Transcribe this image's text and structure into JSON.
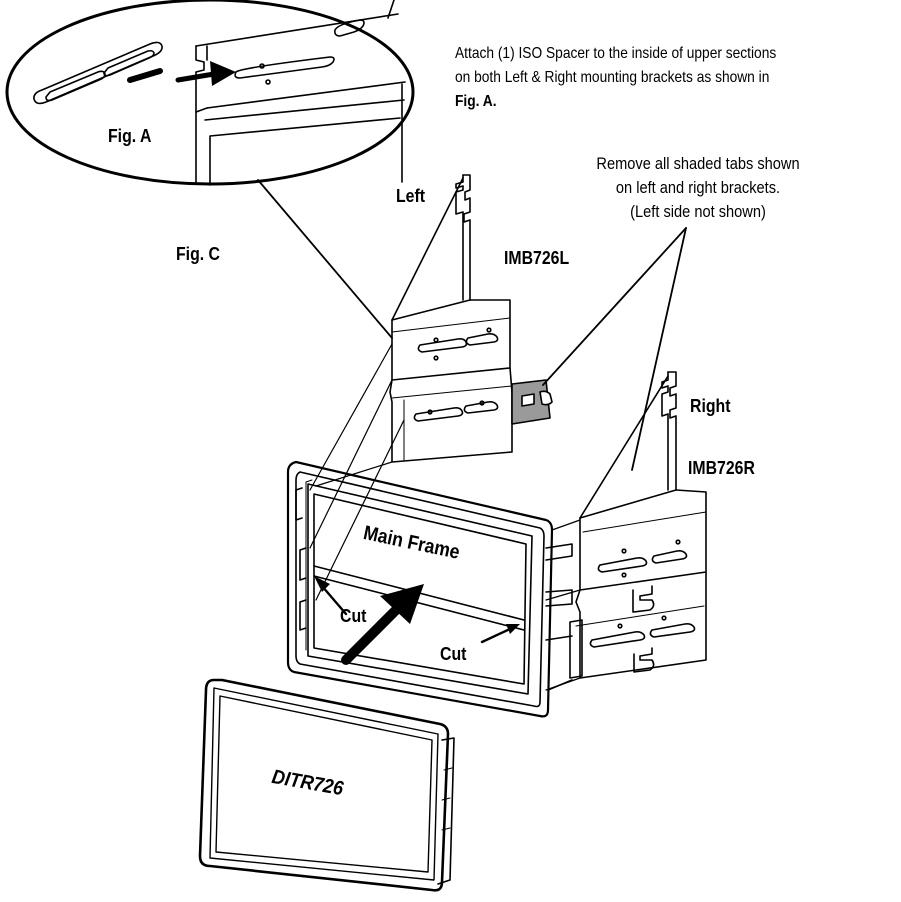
{
  "instruction": {
    "line1": "Attach (1) ISO Spacer to the inside of upper sections",
    "line2": "on both Left & Right mounting brackets as shown in",
    "line3": "Fig. A."
  },
  "tabs_note": {
    "line1": "Remove all shaded tabs shown",
    "line2": "on left and right brackets.",
    "line3": "(Left side not shown)"
  },
  "labels": {
    "fig_a": "Fig. A",
    "fig_c": "Fig. C",
    "left": "Left",
    "left_part": "IMB726L",
    "right": "Right",
    "right_part": "IMB726R",
    "main_frame": "Main Frame",
    "cut_left": "Cut",
    "cut_right": "Cut",
    "radio": "DITR726"
  },
  "colors": {
    "line": "#000000",
    "shaded_tab": "#9a9a9a",
    "background": "#ffffff"
  }
}
